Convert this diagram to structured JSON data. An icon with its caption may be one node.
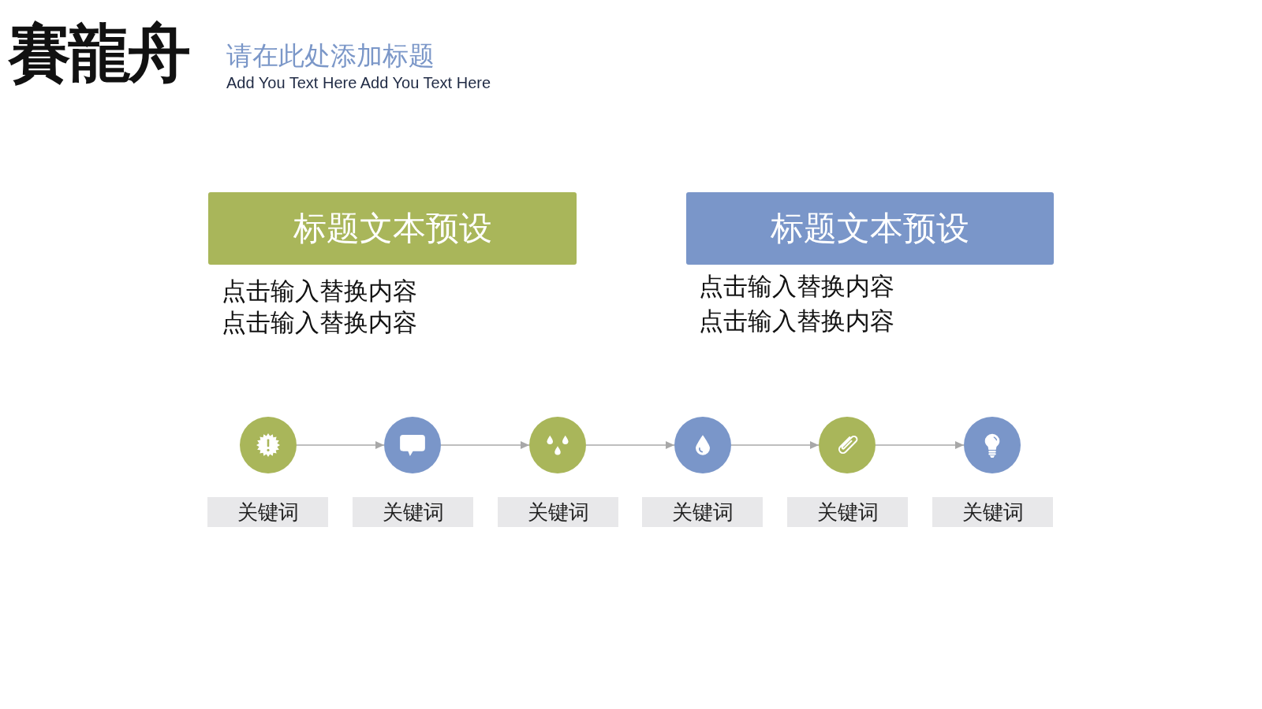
{
  "diagram": {
    "title": "请在此处添加标题",
    "nodes": [
      {
        "text": [
          "标题文本预设"
        ],
        "beside": [
          "点击输入替换内容",
          "点击输入替换内容"
        ]
      },
      {
        "text": [
          "标题文本预设"
        ],
        "beside": [
          "点击输入替换内容",
          "点击输入替换内容"
        ]
      },
      {
        "text": [],
        "shape": "circle"
      },
      {
        "text": [],
        "shape": "circle"
      },
      {
        "text": [],
        "shape": "circle"
      },
      {
        "text": [],
        "shape": "circle"
      },
      {
        "text": [],
        "shape": "circle"
      },
      {
        "text": [],
        "shape": "circle"
      },
      {
        "text": [
          "关键词"
        ]
      },
      {
        "text": [
          "关键词"
        ]
      },
      {
        "text": [
          "关键词"
        ]
      },
      {
        "text": [
          "关键词"
        ]
      },
      {
        "text": [
          "关键词"
        ]
      },
      {
        "text": [
          "关键词"
        ]
      }
    ],
    "edges": [
      {
        "from": 2,
        "to": 3,
        "arrow": "to"
      },
      {
        "from": 3,
        "to": 4,
        "arrow": "to"
      },
      {
        "from": 4,
        "to": 5,
        "arrow": "to"
      },
      {
        "from": 5,
        "to": 6,
        "arrow": "to"
      },
      {
        "from": 6,
        "to": 7,
        "arrow": "to"
      }
    ],
    "labels": [
      "賽龍舟",
      "Add You Text Here Add You Text Here"
    ]
  }
}
